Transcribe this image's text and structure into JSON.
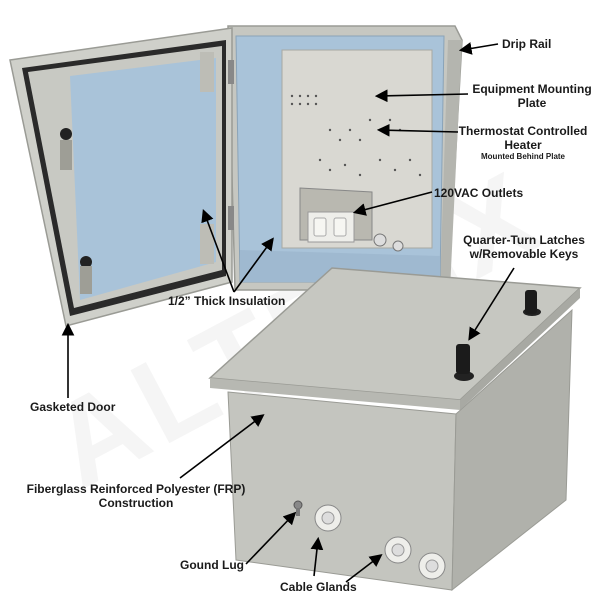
{
  "watermark": "ALTELIX",
  "labels": {
    "drip_rail": "Drip Rail",
    "equipment_mounting_plate_1": "Equipment Mounting",
    "equipment_mounting_plate_2": "Plate",
    "thermostat_heater_1": "Thermostat Controlled",
    "thermostat_heater_2": "Heater",
    "thermostat_heater_sub": "Mounted Behind Plate",
    "outlets": "120VAC Outlets",
    "latches_1": "Quarter-Turn Latches",
    "latches_2": "w/Removable Keys",
    "insulation": "1/2” Thick Insulation",
    "gasketed_door": "Gasketed Door",
    "frp_1": "Fiberglass Reinforced Polyester (FRP)",
    "frp_2": "Construction",
    "ground_lug": "Gound Lug",
    "cable_glands": "Cable Glands"
  },
  "colors": {
    "enclosure": "#c9cac4",
    "enclosure_dark": "#a9aaa4",
    "insulation": "#a9c3d9",
    "plate": "#dcdcd6",
    "latch": "#1b1b1b",
    "arrow": "#000000"
  }
}
